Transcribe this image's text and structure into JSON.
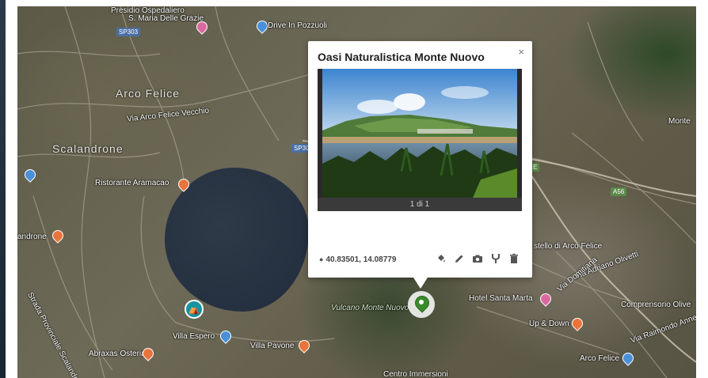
{
  "map": {
    "places": {
      "presidio": "Presidio Ospedaliero",
      "santa_maria": "S. Maria Delle Grazie",
      "drive_in": "Drive In Pozzuoli",
      "arco_felice_area": "Arco Felice",
      "via_arco_felice": "Via Arco Felice Vecchio",
      "scalandrone": "Scalandrone",
      "ristorante": "Ristorante Aramacao",
      "androne": "androne",
      "strada_provinciale": "Strada Provinciale Scalandrone",
      "villa_espero": "Villa Espero",
      "villa_pavone": "Villa Pavone",
      "abraxas": "Abraxas Osteria",
      "vulcano": "Vulcano Monte Nuovo",
      "centro": "Centro Immersioni",
      "hotel": "Hotel Santa Marta",
      "castello": "stello di Arco Felice",
      "via_adriano": "Via Adriano Olivetti",
      "via_domitiana": "Via Domitiana",
      "comprensorio": "Comprensorio Olive",
      "up_down": "Up & Down",
      "via_raimondo": "Via Raimondo Annec",
      "arco_felice_station": "Arco Felice",
      "monte": "Monte"
    },
    "road_shields": {
      "sp303": "SP303",
      "sp30": "SP30",
      "a56": "A56",
      "e": "E"
    },
    "colors": {
      "poi_food": "#e8743b",
      "poi_service": "#4a90d9",
      "poi_hotel": "#d96aa0",
      "marker": "#3a8a2a",
      "lake": "#253040"
    }
  },
  "popup": {
    "title": "Oasi Naturalistica Monte Nuovo",
    "close_icon": "×",
    "photo_counter": "1 di 1",
    "coordinates": "40.83501, 14.08779",
    "tools": {
      "fill": "paint-bucket-icon",
      "edit": "pencil-icon",
      "photo": "camera-icon",
      "route": "route-fork-icon",
      "delete": "trash-icon"
    }
  }
}
